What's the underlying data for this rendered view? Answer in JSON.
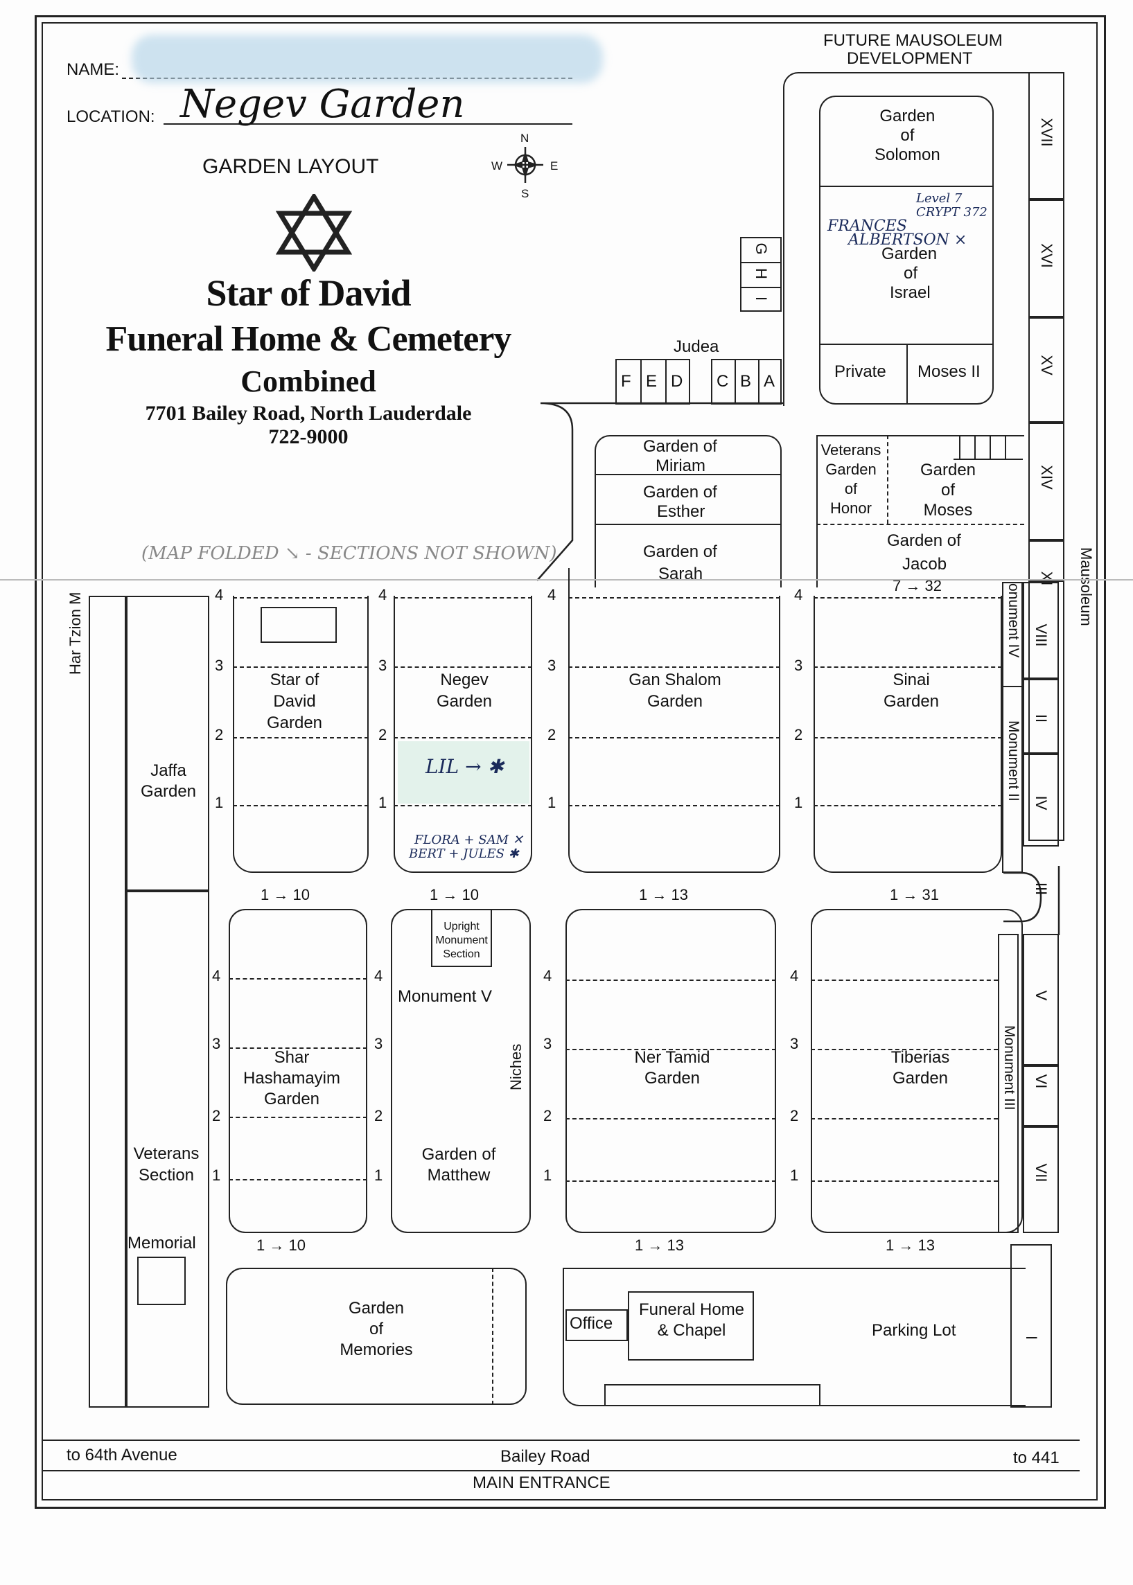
{
  "header": {
    "name_label": "NAME:",
    "location_label": "LOCATION:",
    "location_value": "Negev Garden",
    "garden_layout": "GARDEN LAYOUT",
    "compass": {
      "n": "N",
      "s": "S",
      "e": "E",
      "w": "W"
    },
    "title_line1": "Star of David",
    "title_line2": "Funeral Home & Cemetery",
    "title_line3": "Combined",
    "address": "7701 Bailey Road, North Lauderdale",
    "phone": "722-9000"
  },
  "top_labels": {
    "future_mausoleum_1": "FUTURE MAUSOLEUM",
    "future_mausoleum_2": "DEVELOPMENT",
    "judea": "Judea",
    "judea_letters": [
      "F",
      "E",
      "D",
      "C",
      "B",
      "A"
    ],
    "ihg": [
      "I",
      "H",
      "G"
    ],
    "mausoleum": "Mausoleum"
  },
  "gardens": {
    "solomon": "Garden\nof\nSolomon",
    "israel_1": "Garden",
    "israel_2": "of",
    "israel_3": "Israel",
    "private": "Private",
    "moses_ii": "Moses II",
    "miriam_1": "Garden of",
    "miriam_2": "Miriam",
    "esther_1": "Garden of",
    "esther_2": "Esther",
    "sarah_1": "Garden of",
    "sarah_2": "Sarah",
    "vet_honor": [
      "Veterans",
      "Garden",
      "of",
      "Honor"
    ],
    "moses": [
      "Garden",
      "of",
      "Moses"
    ],
    "jacob_1": "Garden of",
    "jacob_2": "Jacob",
    "jacob_range": "7 → 32",
    "star_of_david": [
      "Star of",
      "David",
      "Garden"
    ],
    "negev": [
      "Negev",
      "Garden"
    ],
    "gan_shalom": [
      "Gan Shalom",
      "Garden"
    ],
    "sinai": [
      "Sinai",
      "Garden"
    ],
    "jaffa": [
      "Jaffa",
      "Garden"
    ],
    "shar": [
      "Shar",
      "Hashamayim",
      "Garden"
    ],
    "monument_v": "Monument V",
    "upright": [
      "Upright",
      "Monument",
      "Section"
    ],
    "matthew": [
      "Garden of",
      "Matthew"
    ],
    "niches": "Niches",
    "ner_tamid": [
      "Ner Tamid",
      "Garden"
    ],
    "tiberias": [
      "Tiberias",
      "Garden"
    ],
    "veterans_section": [
      "Veterans",
      "Section"
    ],
    "memorial": "Memorial",
    "memories": [
      "Garden",
      "of",
      "Memories"
    ],
    "office": "Office",
    "funeral_home": [
      "Funeral Home",
      "& Chapel"
    ],
    "parking": "Parking Lot",
    "har_tzion": "Har Tzion M",
    "monument_iv": "onument IV",
    "monument_ii": "Monument II",
    "monument_iii": "Monument III"
  },
  "ranges": {
    "r1": "1 → 10",
    "r2": "1 → 10",
    "r3": "1 → 13",
    "r4": "1 → 31",
    "r5": "1 → 10",
    "r6": "1 → 13",
    "r7": "1 → 13"
  },
  "row_numbers": [
    "1",
    "2",
    "3",
    "4"
  ],
  "roman_sections": [
    "XVII",
    "XVI",
    "XV",
    "XIV",
    "XI",
    "VIII",
    "II",
    "IV",
    "III",
    "V",
    "VI",
    "VII",
    "I"
  ],
  "roads": {
    "left": "to 64th Avenue",
    "center": "Bailey Road",
    "right": "to 441",
    "main_entrance": "MAIN ENTRANCE"
  },
  "handwriting": {
    "map_folded": "(MAP FOLDED ↘ - SECTIONS NOT SHOWN)",
    "level": "Level 7",
    "crypt": "CRYPT 372",
    "frances": "FRANCES",
    "albertson": "ALBERTSON  ×",
    "lil": "LIL → ✱",
    "flora": "FLORA + SAM  ✕",
    "bert": "BERT + JULES ✱"
  }
}
